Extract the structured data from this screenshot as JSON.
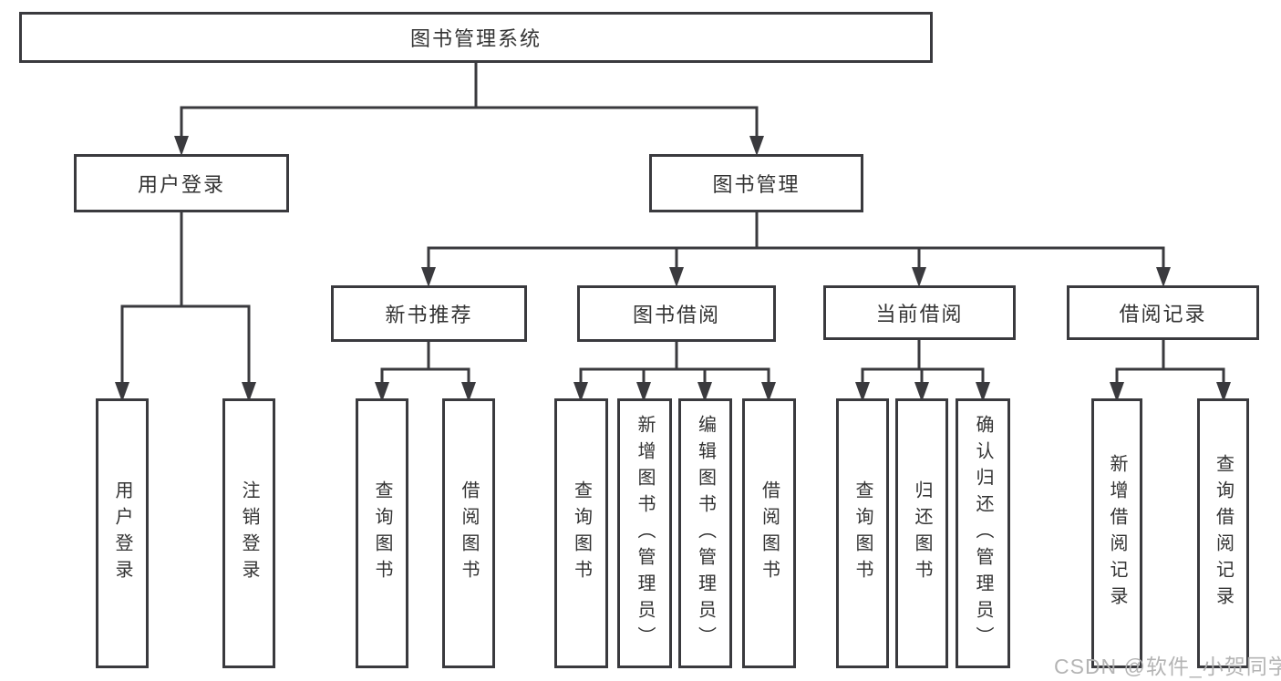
{
  "diagram": {
    "type": "tree",
    "root": {
      "label": "图书管理系统"
    },
    "level2": [
      {
        "id": "user-login",
        "label": "用户登录",
        "parent": "root"
      },
      {
        "id": "book-management",
        "label": "图书管理",
        "parent": "root"
      }
    ],
    "level3": [
      {
        "id": "new-book-recommend",
        "label": "新书推荐",
        "parent": "book-management"
      },
      {
        "id": "book-borrow",
        "label": "图书借阅",
        "parent": "book-management"
      },
      {
        "id": "current-borrow",
        "label": "当前借阅",
        "parent": "book-management"
      },
      {
        "id": "borrow-records",
        "label": "借阅记录",
        "parent": "book-management"
      }
    ],
    "leaves": [
      {
        "label": "用户登录",
        "parent": "user-login"
      },
      {
        "label": "注销登录",
        "parent": "user-login"
      },
      {
        "label": "查询图书",
        "parent": "new-book-recommend"
      },
      {
        "label": "借阅图书",
        "parent": "new-book-recommend"
      },
      {
        "label": "查询图书",
        "parent": "book-borrow"
      },
      {
        "label": "新增图书（管理员）",
        "parent": "book-borrow"
      },
      {
        "label": "编辑图书（管理员）",
        "parent": "book-borrow"
      },
      {
        "label": "借阅图书",
        "parent": "book-borrow"
      },
      {
        "label": "查询图书",
        "parent": "current-borrow"
      },
      {
        "label": "归还图书",
        "parent": "current-borrow"
      },
      {
        "label": "确认归还（管理员）",
        "parent": "current-borrow"
      },
      {
        "label": "新增借阅记录",
        "parent": "borrow-records"
      },
      {
        "label": "查询借阅记录",
        "parent": "borrow-records"
      }
    ]
  },
  "watermark": "CSDN @软件_小贺同学",
  "colors": {
    "background": "#ffffff",
    "line": "#3a3a3e",
    "box_border": "#3a3a3e",
    "text": "#333333",
    "watermark": "#b1b1b1"
  }
}
